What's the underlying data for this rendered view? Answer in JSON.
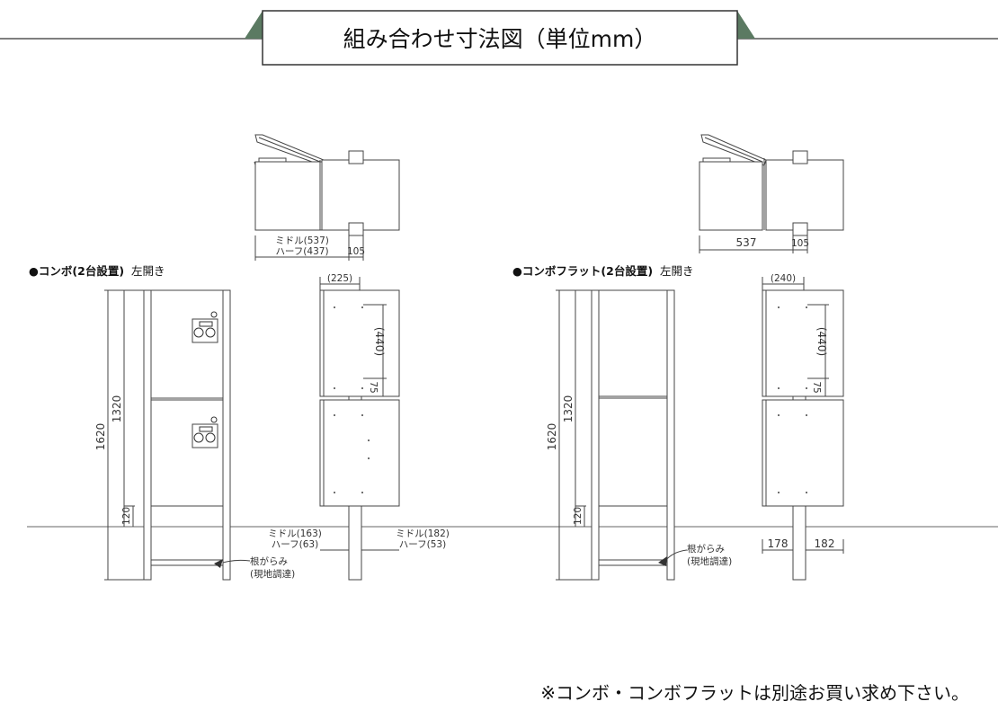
{
  "header": {
    "title": "組み合わせ寸法図（単位mm）",
    "accent_color": "#5b7a62"
  },
  "left": {
    "caption_bold": "●コンボ(2台設置)",
    "caption_rest": "左開き",
    "top_dim_line1": "ミドル(537)",
    "top_dim_line2": "ハーフ(437)",
    "top_dim_right": "105",
    "dim_1620": "1620",
    "dim_1320": "1320",
    "dim_120": "120",
    "dim_225": "(225)",
    "dim_440": "(440)",
    "dim_75": "75",
    "foot_left_line1": "ミドル(163)",
    "foot_left_line2": "ハーフ(63)",
    "foot_right_line1": "ミドル(182)",
    "foot_right_line2": "ハーフ(53)",
    "base_label_line1": "根がらみ",
    "base_label_line2": "(現地調達)"
  },
  "right": {
    "caption_bold": "●コンボフラット(2台設置)",
    "caption_rest": "左開き",
    "top_dim_main": "537",
    "top_dim_right": "105",
    "dim_1620": "1620",
    "dim_1320": "1320",
    "dim_120": "120",
    "dim_240": "(240)",
    "dim_440": "(440)",
    "dim_75": "75",
    "foot_left": "178",
    "foot_right": "182",
    "base_label_line1": "根がらみ",
    "base_label_line2": "(現地調達)"
  },
  "footer": {
    "note": "※コンボ・コンボフラットは別途お買い求め下さい。"
  }
}
